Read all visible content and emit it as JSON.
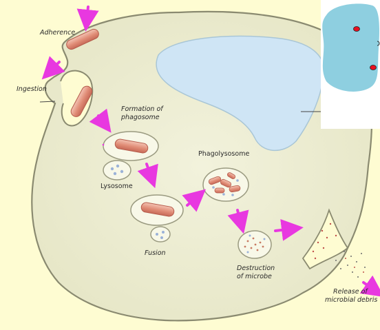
{
  "diagram": {
    "labels": {
      "adherence": "Adherence",
      "ingestion": "Ingestion",
      "formation_line1": "Formation of",
      "formation_line2": "phagosome",
      "lysosome": "Lysosome",
      "phagolysosome": "Phagolysosome",
      "fusion": "Fusion",
      "destruction_line1": "Destruction",
      "destruction_line2": "of microbe",
      "release_line1": "Release of",
      "release_line2": "microbial debris"
    },
    "colors": {
      "background": "#fefcd2",
      "cytoplasm": "#eeeed2",
      "membrane": "#8a8a70",
      "nucleus": "#cfe5f5",
      "bacterium": "#e7a08c",
      "arrow": "#e838e0",
      "inset_blob": "#8ecfe0",
      "inset_dot": "#e81020"
    },
    "icons": [
      "arrow-icon",
      "bacterium-icon",
      "lysosome-granule-icon"
    ]
  }
}
